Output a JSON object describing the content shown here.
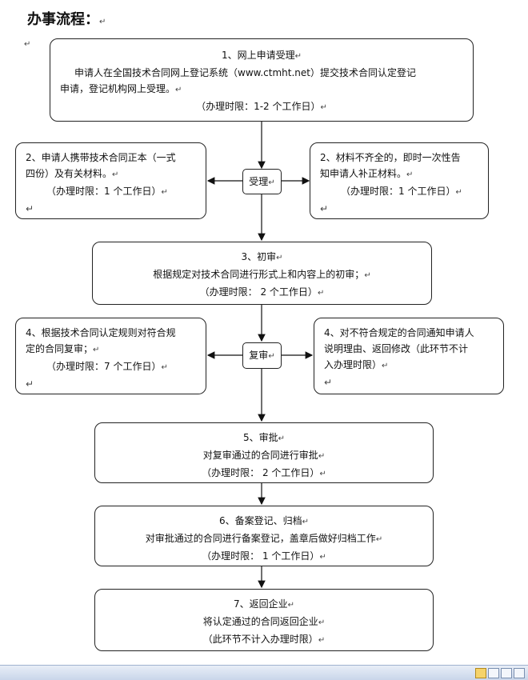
{
  "title": "办事流程：",
  "para_mark": "↵",
  "steps": {
    "s1": [
      "1、网上申请受理",
      "申请人在全国技术合同网上登记系统（www.ctmht.net）提交技术合同认定登记",
      "申请，登记机构网上受理。",
      "（办理时限：1-2 个工作日）"
    ],
    "s2l": [
      "2、申请人携带技术合同正本（一式",
      "四份）及有关材料。",
      "（办理时限：1 个工作日）"
    ],
    "s2r": [
      "2、材料不齐全的，即时一次性告",
      "知申请人补正材料。",
      "（办理时限：1 个工作日）"
    ],
    "accept": "受理",
    "s3": [
      "3、初审",
      "根据规定对技术合同进行形式上和内容上的初审；",
      "（办理时限：  2 个工作日）"
    ],
    "s4l": [
      "4、根据技术合同认定规则对符合规",
      "定的合同复审；",
      "（办理时限：7 个工作日）"
    ],
    "s4r": [
      "4、对不符合规定的合同通知申请人",
      "说明理由、返回修改（此环节不计",
      "入办理时限）"
    ],
    "review": "复审",
    "s5": [
      "5、审批",
      "对复审通过的合同进行审批",
      "（办理时限：  2 个工作日）"
    ],
    "s6": [
      "6、备案登记、归档",
      "对审批通过的合同进行备案登记，盖章后做好归档工作",
      "（办理时限：  1 个工作日）"
    ],
    "s7": [
      "7、返回企业",
      "将认定通过的合同返回企业",
      "（此环节不计入办理时限）"
    ]
  },
  "status_bar": {
    "view_icons": [
      "print-layout-icon",
      "reading-view-icon",
      "web-layout-icon",
      "outline-view-icon"
    ]
  }
}
